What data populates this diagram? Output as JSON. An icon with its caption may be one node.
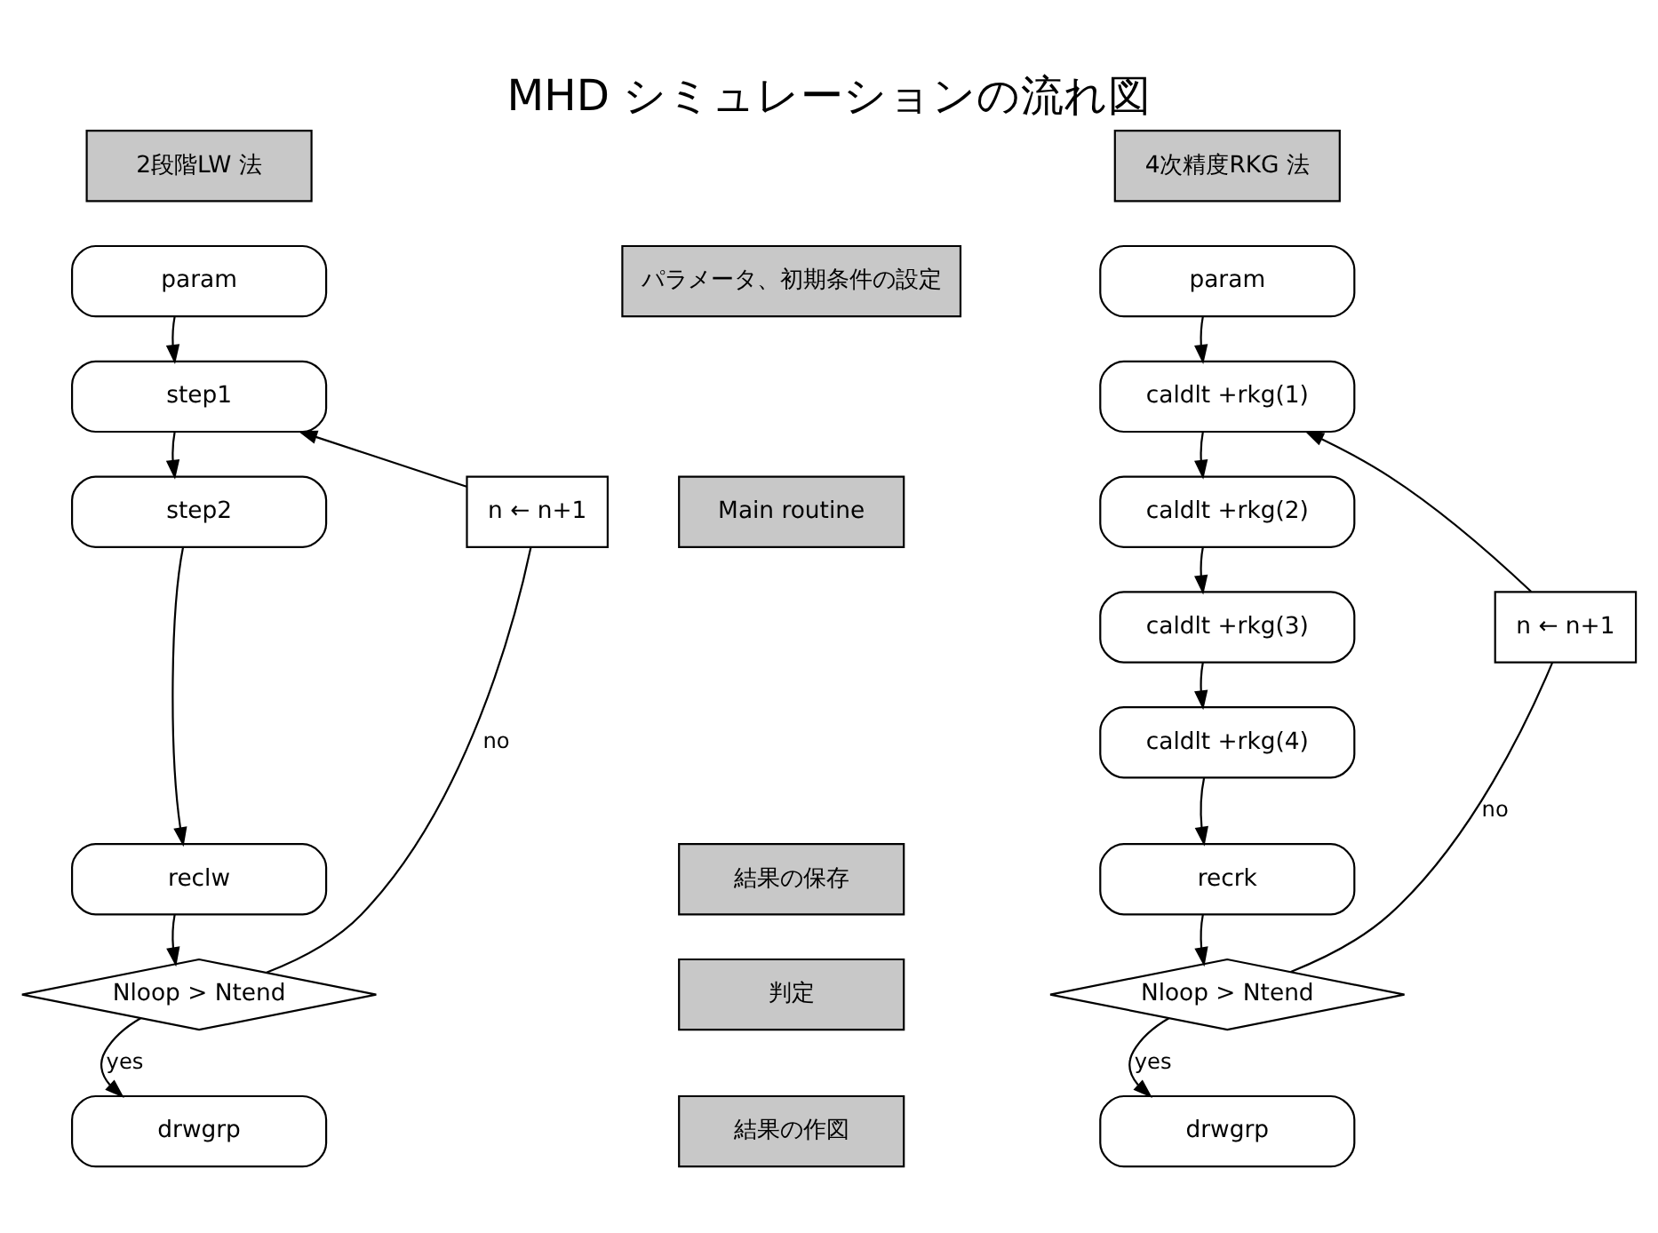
{
  "diagram": {
    "title": "MHD シミュレーションの流れ図",
    "nodes": [
      {
        "text": [
          "2段階LW 法"
        ]
      },
      {
        "text": [
          "param"
        ]
      },
      {
        "text": [
          "step1"
        ]
      },
      {
        "text": [
          "step2"
        ]
      },
      {
        "text": [
          "n ← n+1"
        ]
      },
      {
        "text": [
          "reclw"
        ]
      },
      {
        "text": [
          "Nloop > Ntend"
        ]
      },
      {
        "text": [
          "drwgrp"
        ]
      },
      {
        "text": [
          "4次精度RKG 法"
        ]
      },
      {
        "text": [
          "param"
        ]
      },
      {
        "text": [
          "caldlt +rkg(1)"
        ]
      },
      {
        "text": [
          "caldlt +rkg(2)"
        ]
      },
      {
        "text": [
          "caldlt +rkg(3)"
        ]
      },
      {
        "text": [
          "caldlt +rkg(4)"
        ]
      },
      {
        "text": [
          "n ← n+1"
        ]
      },
      {
        "text": [
          "recrk"
        ]
      },
      {
        "text": [
          "Nloop > Ntend"
        ]
      },
      {
        "text": [
          "drwgrp"
        ]
      },
      {
        "text": [
          "パラメータ、初期条件の設定"
        ]
      },
      {
        "text": [
          "Main routine"
        ]
      },
      {
        "text": [
          "結果の保存"
        ]
      },
      {
        "text": [
          "判定"
        ]
      },
      {
        "text": [
          "結果の作図"
        ]
      }
    ],
    "edges": [
      {
        "from": 1,
        "to": 2,
        "arrow": "to"
      },
      {
        "from": 2,
        "to": 3,
        "arrow": "to"
      },
      {
        "from": 3,
        "to": 5,
        "arrow": "to"
      },
      {
        "from": 5,
        "to": 6,
        "arrow": "to"
      },
      {
        "from": 6,
        "to": 7,
        "arrow": "to",
        "label": "yes"
      },
      {
        "from": 6,
        "to": 4,
        "arrow": "none",
        "label": "no"
      },
      {
        "from": 4,
        "to": 2,
        "arrow": "to"
      },
      {
        "from": 9,
        "to": 10,
        "arrow": "to"
      },
      {
        "from": 10,
        "to": 11,
        "arrow": "to"
      },
      {
        "from": 11,
        "to": 12,
        "arrow": "to"
      },
      {
        "from": 12,
        "to": 13,
        "arrow": "to"
      },
      {
        "from": 13,
        "to": 15,
        "arrow": "to"
      },
      {
        "from": 15,
        "to": 16,
        "arrow": "to"
      },
      {
        "from": 16,
        "to": 17,
        "arrow": "to",
        "label": "yes"
      },
      {
        "from": 16,
        "to": 14,
        "arrow": "none",
        "label": "no"
      },
      {
        "from": 14,
        "to": 10,
        "arrow": "to"
      }
    ]
  }
}
